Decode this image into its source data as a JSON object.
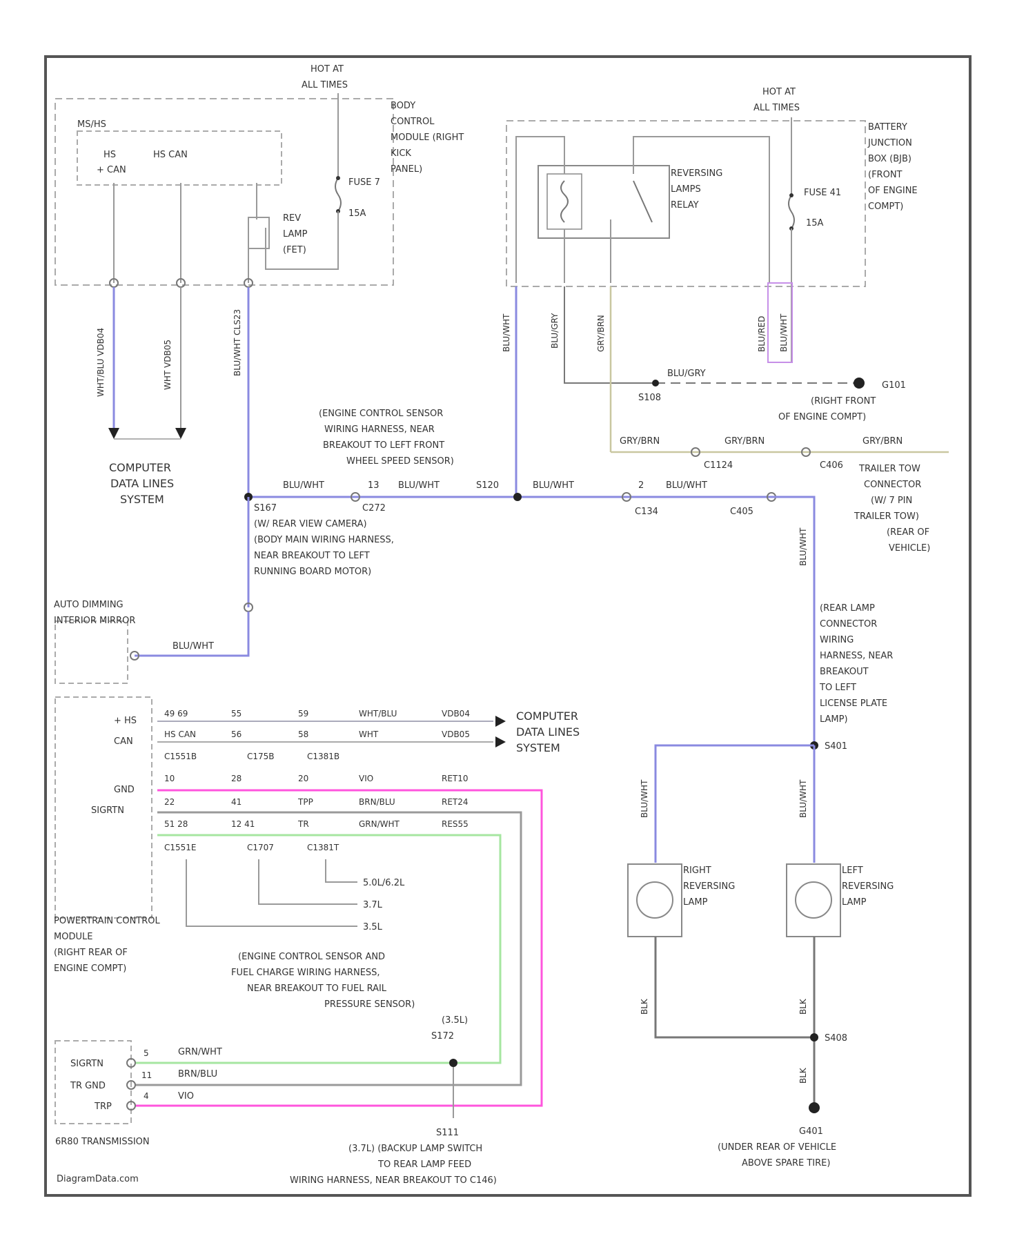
{
  "watermark": "DiagramData.com",
  "colors": {
    "frame": "#555555",
    "blue": "#8a8ae0",
    "gray": "#777777",
    "pink": "#ff55dd",
    "green": "#a6e6a0",
    "tan": "#c9c7a0",
    "box": "#aaaaaa"
  },
  "top": {
    "hot1": [
      "HOT AT",
      "ALL TIMES"
    ],
    "hot2": [
      "HOT AT",
      "ALL TIMES"
    ],
    "bcm_label": [
      "BODY",
      "CONTROL",
      "MODULE (RIGHT",
      "KICK",
      "PANEL)"
    ],
    "bcm_inner": "MS/HS",
    "hs_plus": [
      "HS",
      "+ CAN"
    ],
    "hs_can": "HS CAN",
    "fuse_label": "FUSE 7",
    "fuse_amp": "15A",
    "rev_lamp": [
      "REV",
      "LAMP",
      "(FET)"
    ],
    "bjb_label": [
      "BATTERY",
      "JUNCTION",
      "BOX (BJB)",
      "(FRONT",
      "OF ENGINE",
      "COMPT)"
    ],
    "relay_label": [
      "REVERSING",
      "LAMPS",
      "RELAY"
    ],
    "fuse41": "FUSE 41",
    "fuse41_amp": "15A",
    "wire_bcm_1": "WHT/BLU  VDB04",
    "wire_bcm_2": "WHT  VDB05",
    "wire_bcm_3": "BLU/WHT  CLS23",
    "wire_v1": "BLU/WHT",
    "wire_v2": "BLU/GRY",
    "wire_v3": "GRY/BRN",
    "wire_v4": "BLU/RED",
    "wire_v5": "BLU/WHT",
    "computer_data": [
      "COMPUTER",
      "DATA LINES",
      "SYSTEM"
    ],
    "blugry": "BLU/GRY",
    "s108": "S108",
    "g101": "G101",
    "g101_desc": [
      "(RIGHT FRONT",
      "OF ENGINE COMPT)"
    ]
  },
  "mid": {
    "engine_harness": [
      "(ENGINE CONTROL SENSOR",
      "WIRING HARNESS, NEAR",
      "BREAKOUT TO LEFT FRONT",
      "WHEEL SPEED SENSOR)"
    ],
    "s120": "S120",
    "s167": "S167",
    "s167_desc": [
      "(W/ REAR VIEW CAMERA)",
      "(BODY MAIN WIRING HARNESS,",
      "NEAR BREAKOUT TO LEFT",
      "RUNNING BOARD MOTOR)"
    ],
    "c1": "BLU/WHT",
    "c1_pin": "13",
    "c1_id": "C272",
    "c2": "BLU/WHT",
    "c3": "BLU/WHT",
    "c4": "BLU/WHT",
    "c4_pin": "2",
    "c4_id": "C134",
    "c405": "C405",
    "grybrn1": "GRY/BRN",
    "grybrn2": "GRY/BRN",
    "grybrn3": "GRY/BRN",
    "c1124": "C1124",
    "c406": "C406",
    "trailer": [
      "TRAILER TOW",
      "CONNECTOR",
      "(W/ 7 PIN",
      "TRAILER TOW)",
      "(REAR OF",
      "VEHICLE)"
    ],
    "mirror": [
      "AUTO DIMMING",
      "INTERIOR MIRROR"
    ],
    "mirror_wire": "BLU/WHT",
    "rear_lamp_conn": [
      "(REAR LAMP",
      "CONNECTOR",
      "WIRING",
      "HARNESS, NEAR",
      "BREAKOUT",
      "TO LEFT",
      "LICENSE PLATE",
      "LAMP)"
    ],
    "s401": "S401"
  },
  "pcm": {
    "rows": [
      {
        "pin": "+ HS",
        "a": "49 69",
        "b": "55",
        "c": "59",
        "d": "WHT/BLU",
        "e": "VDB04"
      },
      {
        "pin": "CAN",
        "a": "HS CAN",
        "b": "56",
        "c": "58",
        "d": "WHT",
        "e": "VDB05"
      }
    ],
    "conn_ids": [
      "C1551B",
      "C175B",
      "C1381B"
    ],
    "rows2": [
      {
        "pin": "GND",
        "a": "10",
        "b": "28",
        "c": "20",
        "d": "VIO",
        "e": "RET10"
      },
      {
        "pin": "SIGRTN",
        "a": "22",
        "b": "41",
        "c": "TPP",
        "d": "BRN/BLU",
        "e": "RET24"
      },
      {
        "pin": "",
        "a": "51 28",
        "b": "12 41",
        "c": "TR",
        "d": "GRN/WHT",
        "e": "RES55"
      }
    ],
    "conn_ids2": [
      "C1551E",
      "C1707",
      "C1381T"
    ],
    "engines": [
      "5.0L/6.2L",
      "3.7L",
      "3.5L"
    ],
    "computer_data": [
      "COMPUTER",
      "DATA LINES",
      "SYSTEM"
    ],
    "pcm_label": [
      "POWERTRAIN CONTROL",
      "MODULE",
      "(RIGHT REAR OF",
      "ENGINE COMPT)"
    ],
    "fuel_harness": [
      "(ENGINE CONTROL SENSOR AND",
      "FUEL CHARGE WIRING HARNESS,",
      "NEAR BREAKOUT TO FUEL RAIL",
      "PRESSURE SENSOR)",
      "(3.5L)"
    ],
    "s172": "S172"
  },
  "trans": {
    "rows": [
      {
        "pin": "SIGRTN",
        "n": "5",
        "wire": "GRN/WHT"
      },
      {
        "pin": "TR GND",
        "n": "11",
        "wire": "BRN/BLU"
      },
      {
        "pin": "TRP",
        "n": "4",
        "wire": "VIO"
      }
    ],
    "label": "6R80 TRANSMISSION",
    "s111": "S111",
    "s111_desc": [
      "(3.7L) (BACKUP LAMP SWITCH",
      "TO REAR LAMP FEED",
      "WIRING HARNESS, NEAR BREAKOUT TO C146)"
    ]
  },
  "lamps": {
    "right": [
      "RIGHT",
      "REVERSING",
      "LAMP"
    ],
    "left": [
      "LEFT",
      "REVERSING",
      "LAMP"
    ],
    "wire_r": "BLU/WHT",
    "wire_l": "BLU/WHT",
    "blk_r": "BLK",
    "blk_l": "BLK",
    "s408": "S408",
    "g401_wire": "BLK",
    "g401": "G401",
    "g401_desc": [
      "(UNDER REAR OF VEHICLE",
      "ABOVE SPARE TIRE)"
    ]
  }
}
